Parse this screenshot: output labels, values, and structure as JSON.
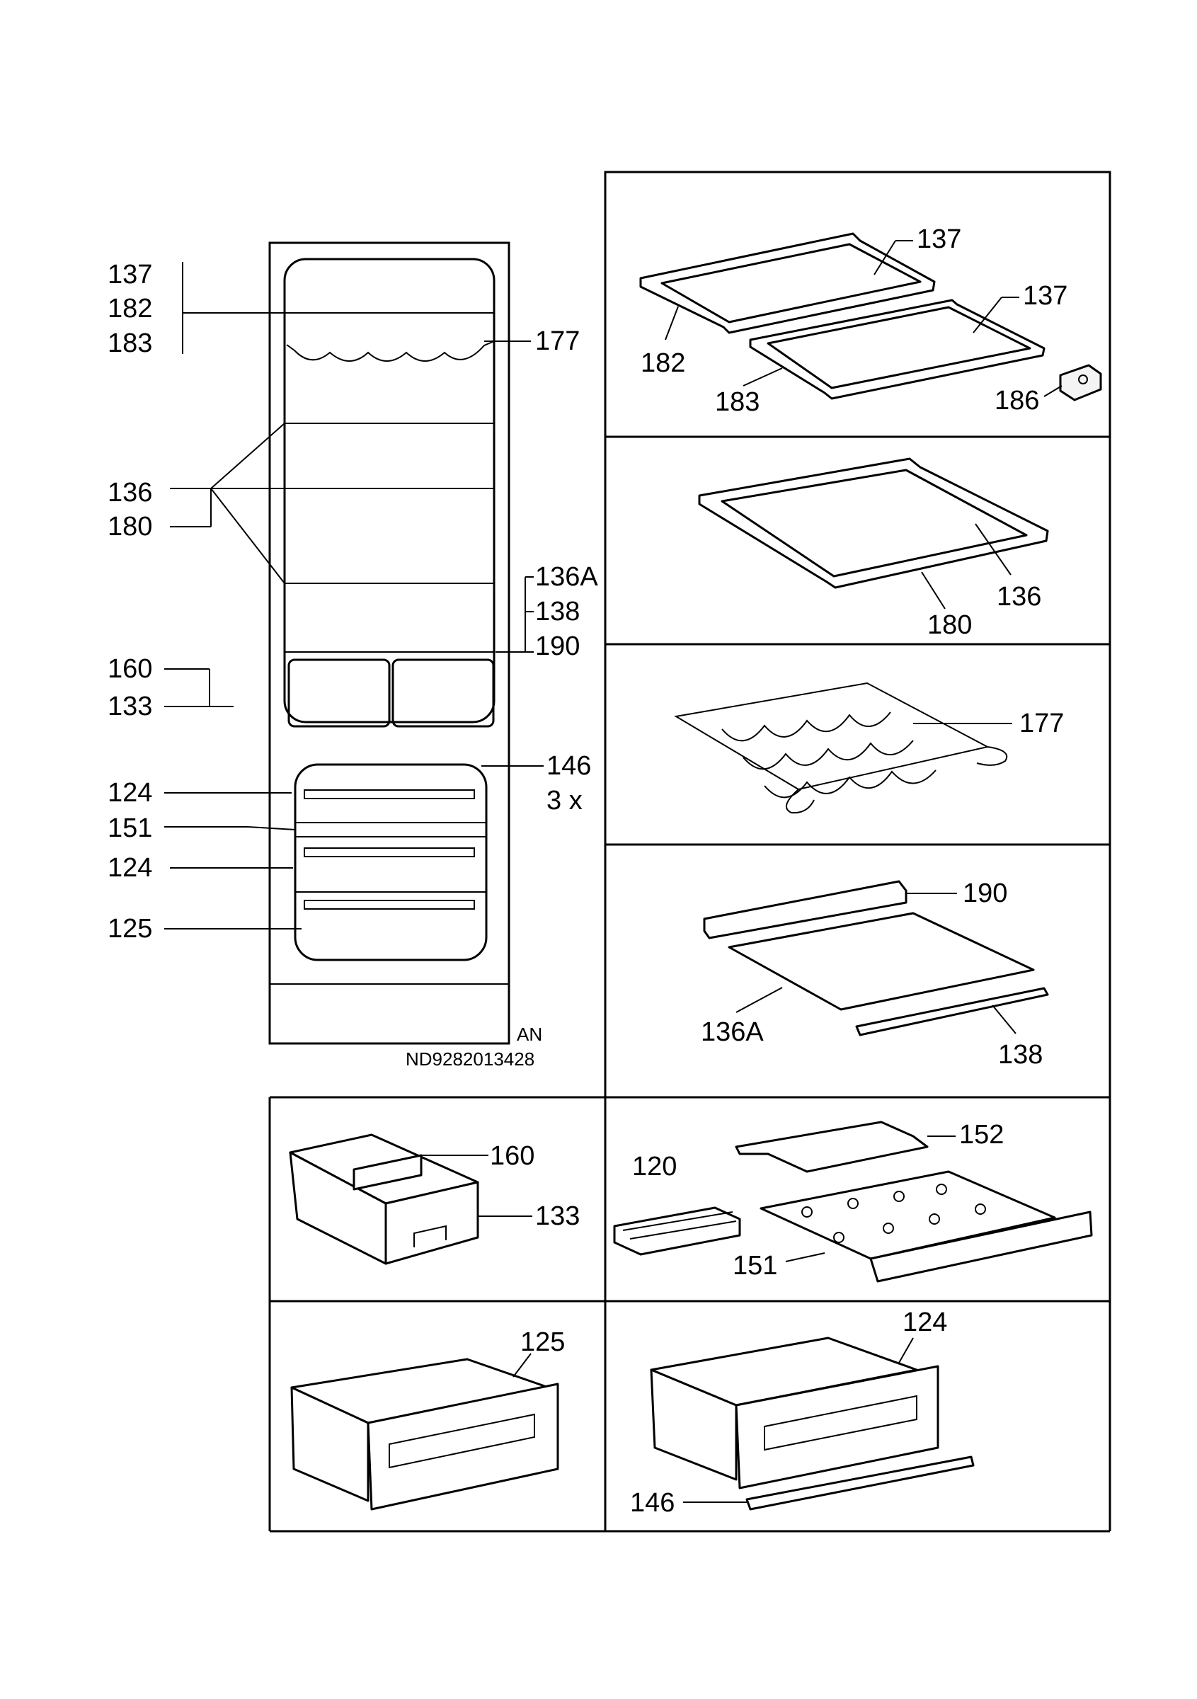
{
  "overview": {
    "labels": {
      "l137": "137",
      "l182": "182",
      "l183": "183",
      "l177": "177",
      "l136": "136",
      "l180": "180",
      "l136A": "136A",
      "l138": "138",
      "l190": "190",
      "l160": "160",
      "l133": "133",
      "l146": "146",
      "l3x": "3 x",
      "l124a": "124",
      "l151": "151",
      "l124b": "124",
      "l125": "125"
    },
    "variant": "AN",
    "code": "ND9282013428"
  },
  "panels": {
    "p1": {
      "a": "137",
      "b": "137",
      "c": "182",
      "d": "183",
      "e": "186"
    },
    "p2": {
      "a": "136",
      "b": "180"
    },
    "p3": {
      "a": "177"
    },
    "p4": {
      "a": "190",
      "b": "136A",
      "c": "138"
    },
    "p5": {
      "a": "160",
      "b": "133"
    },
    "p6": {
      "a": "152",
      "b": "120",
      "c": "151"
    },
    "p7": {
      "a": "125"
    },
    "p8": {
      "a": "124",
      "b": "146"
    }
  }
}
